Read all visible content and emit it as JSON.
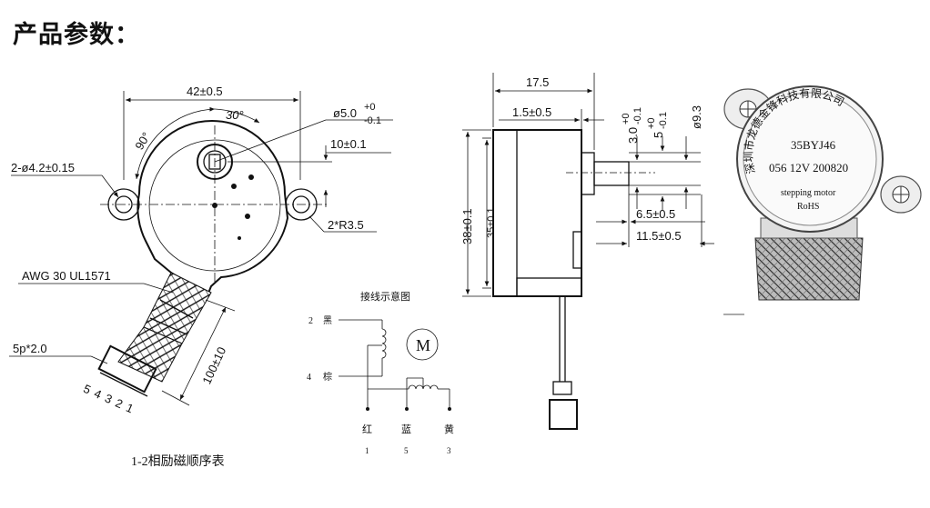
{
  "title": "产品参数：",
  "front_view": {
    "width_dim": "42±0.5",
    "angle_90": "90°",
    "angle_30": "30°",
    "shaft_dia": "ø5.0",
    "shaft_tol_upper": "+0",
    "shaft_tol_lower": "-0.1",
    "offset_dim": "10±0.1",
    "mount_hole": "2-ø4.2±0.15",
    "radius": "2*R3.5",
    "wire_spec": "AWG 30 UL1571",
    "connector": "5p*2.0",
    "pin_numbers": "5 4 3 2 1",
    "wire_length": "100±10"
  },
  "side_view": {
    "depth": "17.5",
    "flange": "1.5±0.5",
    "dim_3": "3.0",
    "dim_3_tol_upper": "+0",
    "dim_3_tol_lower": "-0.1",
    "dim_5": "5",
    "dim_5_tol_upper": "+0",
    "dim_5_tol_lower": "-0.1",
    "dim_93": "ø9.3",
    "height_outer": "38±0.1",
    "height_inner": "35±0.1",
    "shaft_len_1": "6.5±0.5",
    "shaft_len_2": "11.5±0.5"
  },
  "wiring": {
    "title": "接线示意图",
    "motor_label": "M",
    "wire_2": "2",
    "wire_2_color": "黑",
    "wire_4": "4",
    "wire_4_color": "棕",
    "bottom_colors": [
      "红",
      "蓝",
      "黄"
    ],
    "bottom_numbers": [
      "1",
      "5",
      "3"
    ],
    "caption": "1-2相励磁顺序表"
  },
  "photo": {
    "company": "深圳市龙德金锋科技有限公司",
    "model": "35BYJ46",
    "spec": "056 12V 200820",
    "type": "stepping motor",
    "cert": "RoHS"
  }
}
